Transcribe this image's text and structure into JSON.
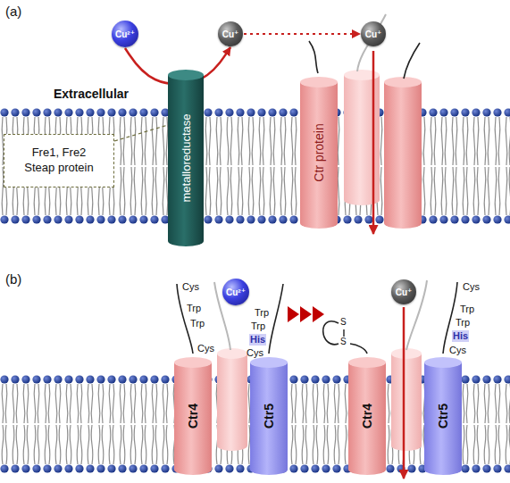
{
  "diagram": {
    "nodes": [
      {
        "text": [
          "Cu²⁺"
        ]
      },
      {
        "text": [
          "Cu⁺"
        ]
      },
      {
        "text": [
          "Cu⁺"
        ]
      },
      {
        "text": [
          "metalloreductase"
        ]
      },
      {
        "text": [
          "Ctr protein"
        ]
      },
      {
        "text": [
          "Fre1, Fre2",
          "Steap protein"
        ]
      },
      {
        "text": [
          "Cu²⁺"
        ]
      },
      {
        "text": [
          "Ctr4"
        ]
      },
      {
        "text": [
          "Ctr5"
        ]
      },
      {
        "text": [
          "Cu⁺"
        ]
      },
      {
        "text": [
          "Ctr4"
        ]
      },
      {
        "text": [
          "Ctr5"
        ]
      }
    ],
    "edges": [
      {
        "from": 0,
        "to": 1,
        "arrow": "to"
      },
      {
        "from": 1,
        "to": 2,
        "arrow": "to"
      },
      {
        "from": 5,
        "to": 3,
        "arrow": "none"
      }
    ],
    "labels": [
      "(a)",
      "Extracellular",
      "(b)",
      "Cys",
      "Trp",
      "Trp",
      "Cys",
      "Trp",
      "Trp",
      "His",
      "Cys",
      "S",
      "S",
      "Cys",
      "Trp",
      "Trp",
      "His",
      "Cys"
    ]
  }
}
